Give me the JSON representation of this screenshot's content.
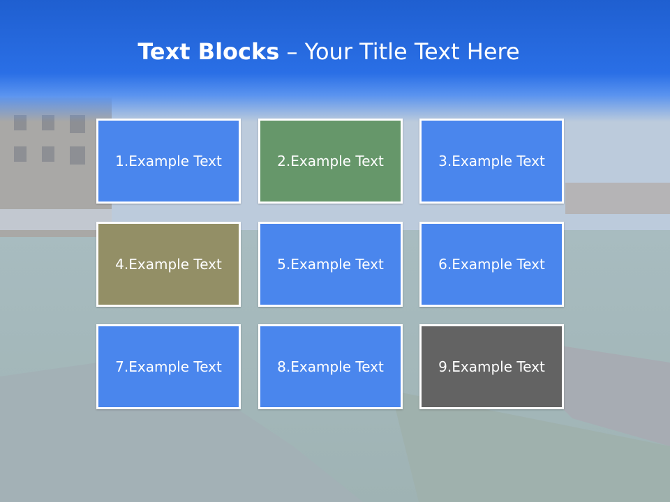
{
  "slide": {
    "title_strong": "Text Blocks",
    "title_dash": " – ",
    "title_rest": "Your Title Text Here"
  },
  "blocks": [
    {
      "label": "1.Example Text",
      "color": "#4a86ed"
    },
    {
      "label": "2.Example Text",
      "color": "#66976a"
    },
    {
      "label": "3.Example Text",
      "color": "#4a86ed"
    },
    {
      "label": "4.Example Text",
      "color": "#938f66"
    },
    {
      "label": "5.Example Text",
      "color": "#4a86ed"
    },
    {
      "label": "6.Example Text",
      "color": "#4a86ed"
    },
    {
      "label": "7.Example Text",
      "color": "#4a86ed"
    },
    {
      "label": "8.Example Text",
      "color": "#4a86ed"
    },
    {
      "label": "9.Example Text",
      "color": "#636363"
    }
  ],
  "colors": {
    "title_bar": "#2a6fe6",
    "block_border": "#ffffff"
  }
}
